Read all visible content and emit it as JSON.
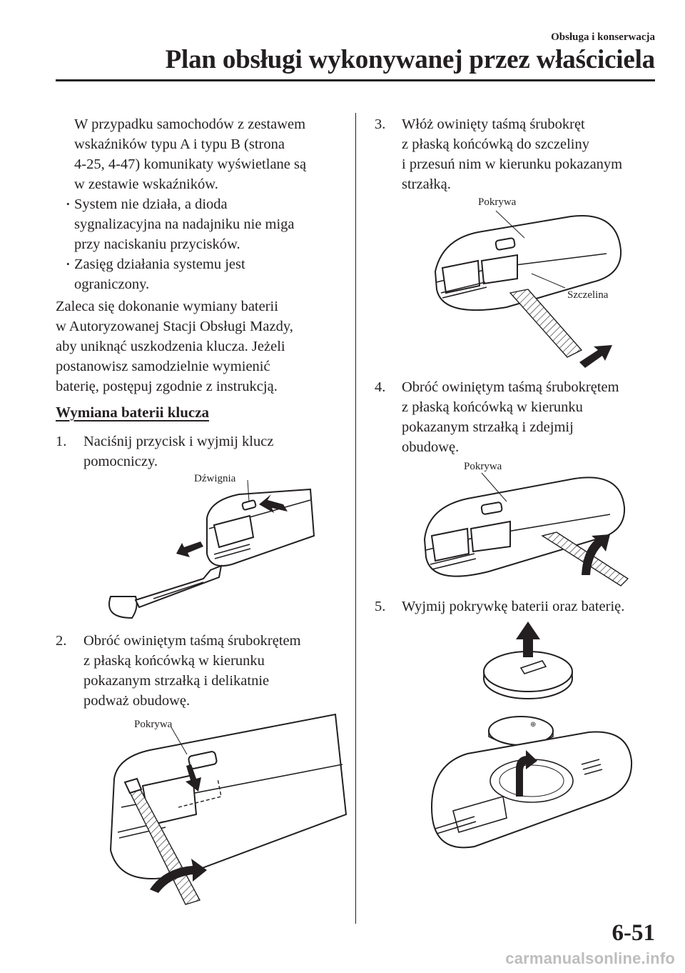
{
  "header": {
    "section": "Obsługa i konserwacja",
    "title": "Plan obsługi wykonywanej przez właściciela"
  },
  "left_column": {
    "intro_lines": [
      "W przypadku samochodów z zestawem",
      "wskaźników typu A i typu B (strona",
      "4-25, 4-47) komunikaty wyświetlane są",
      "w zestawie wskaźników."
    ],
    "bullets": [
      {
        "lines": [
          "System nie działa, a dioda",
          "sygnalizacyjna na nadajniku nie miga",
          "przy naciskaniu przycisków."
        ]
      },
      {
        "lines": [
          "Zasięg działania systemu jest",
          "ograniczony."
        ]
      }
    ],
    "paragraph_lines": [
      "Zaleca się dokonanie wymiany baterii",
      "w Autoryzowanej Stacji Obsługi Mazdy,",
      "aby uniknąć uszkodzenia klucza. Jeżeli",
      "postanowisz samodzielnie wymienić",
      "baterię, postępuj zgodnie z instrukcją."
    ],
    "heading": "Wymiana baterii klucza",
    "steps": [
      {
        "num": "1.",
        "lines": [
          "Naciśnij przycisk i wyjmij klucz",
          "pomocniczy."
        ],
        "callout": "Dźwignia"
      },
      {
        "num": "2.",
        "lines": [
          "Obróć owiniętym taśmą śrubokrętem",
          "z płaską końcówką w kierunku",
          "pokazanym strzałką i delikatnie",
          "podważ obudowę."
        ],
        "callout": "Pokrywa"
      }
    ]
  },
  "right_column": {
    "steps": [
      {
        "num": "3.",
        "lines": [
          "Włóż owinięty taśmą śrubokręt",
          "z płaską końcówką do szczeliny",
          "i przesuń nim w kierunku pokazanym",
          "strzałką."
        ],
        "callouts": [
          "Pokrywa",
          "Szczelina"
        ]
      },
      {
        "num": "4.",
        "lines": [
          "Obróć owiniętym taśmą śrubokrętem",
          "z płaską końcówką w kierunku",
          "pokazanym strzałką i zdejmij",
          "obudowę."
        ],
        "callout": "Pokrywa"
      },
      {
        "num": "5.",
        "lines": [
          "Wyjmij pokrywkę baterii oraz baterię."
        ]
      }
    ]
  },
  "footer": {
    "page_number": "6-51",
    "watermark": "carmanualsonline.info"
  }
}
